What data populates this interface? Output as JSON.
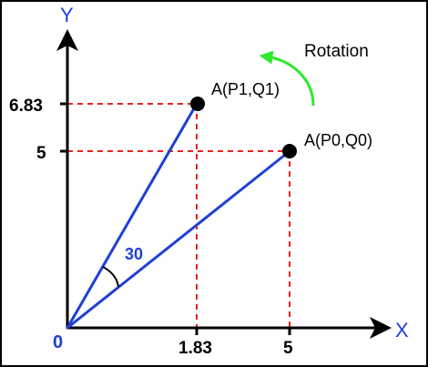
{
  "diagram": {
    "axes": {
      "x_label": "X",
      "y_label": "Y",
      "origin_label": "0"
    },
    "ticks": {
      "x": [
        {
          "label": "1.83",
          "value": 1.83
        },
        {
          "label": "5",
          "value": 5
        }
      ],
      "y": [
        {
          "label": "6.83",
          "value": 6.83
        },
        {
          "label": "5",
          "value": 5
        }
      ]
    },
    "points": [
      {
        "label": "A(P0,Q0)",
        "x": 5,
        "y": 5
      },
      {
        "label": "A(P1,Q1)",
        "x": 1.83,
        "y": 6.83
      }
    ],
    "rotation": {
      "label": "Rotation",
      "angle_label": "30"
    },
    "colors": {
      "border": "#000000",
      "axes": "#000000",
      "vector": "#1f3fd6",
      "guide": "#e8221b",
      "arrow": "#2ee82e",
      "accent_text": "#1f3fd6"
    }
  }
}
